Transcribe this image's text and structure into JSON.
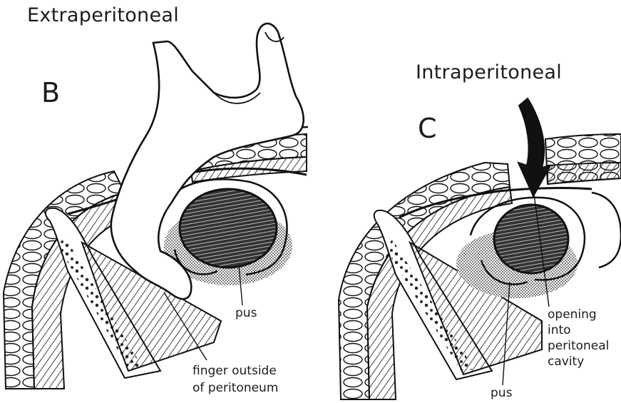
{
  "panel_b": {
    "title": "Extraperitoneal",
    "letter": "B",
    "labels": {
      "pus": "pus",
      "finger_line1": "finger outside",
      "finger_line2": "of peritoneum"
    }
  },
  "panel_c": {
    "title": "Intraperitoneal",
    "letter": "C",
    "labels": {
      "pus": "pus",
      "opening_line1": "opening",
      "opening_line2": "into",
      "opening_line3": "peritoneal",
      "opening_line4": "cavity"
    }
  }
}
